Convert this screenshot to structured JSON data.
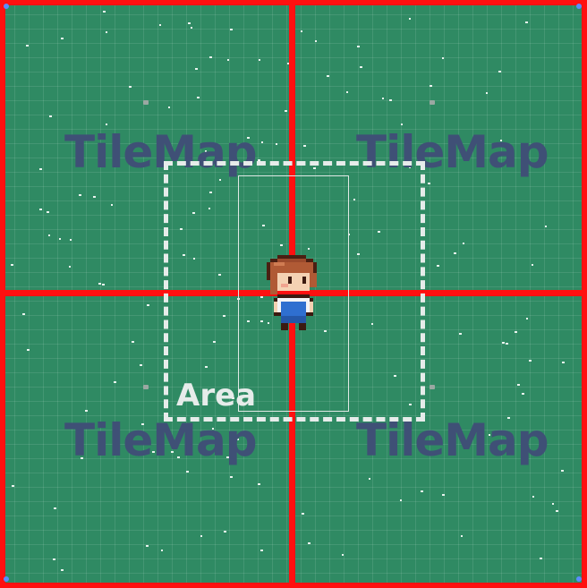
{
  "scene": {
    "tilemap_labels": [
      "TileMap",
      "TileMap",
      "TileMap",
      "TileMap"
    ],
    "area_label": "Area"
  },
  "colors": {
    "grass": "#2f8a63",
    "grid_line": "#ff1010",
    "tilemap_text": "#3f5076",
    "area_outline": "#e6ecea",
    "corner_handle": "#5b8cff"
  },
  "icons": {
    "player": "player-character-sprite",
    "handles": "corner-handle-icon"
  }
}
